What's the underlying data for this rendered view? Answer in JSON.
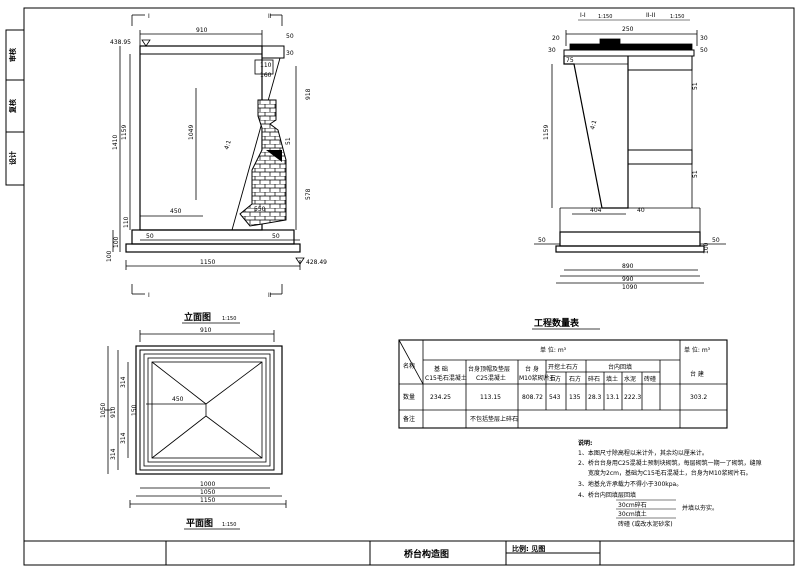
{
  "side_tabs": [
    "审核",
    "复核",
    "设计"
  ],
  "elevation": {
    "section_left_top": "I",
    "section_right_top": "II",
    "section_left_bottom": "I",
    "section_right_bottom": "II",
    "top_elev": "438.95",
    "bottom_elev": "428.49",
    "dim_top_width": "910",
    "dim_top_right_a": "50",
    "dim_top_right_b": "30",
    "dim_shelf_a": "110",
    "dim_shelf_b": "160",
    "dim_left_height": "1159",
    "dim_total_height": "1410",
    "dim_inner_height": "1049",
    "dim_right_height": "918",
    "dim_right_small": "51",
    "dim_right_low": "578",
    "dim_slope": "4:1",
    "dim_footing_w": "450",
    "dim_footing_r": "550",
    "dim_left_small": "110",
    "dim_base_a": "50",
    "dim_base_b": "50",
    "dim_base_h1": "100",
    "dim_base_h2": "100",
    "dim_total_width": "1150",
    "title": "立面图",
    "scale": "1:150"
  },
  "section": {
    "title_a": "I-I",
    "title_a_scale": "1:150",
    "title_b": "II-II",
    "title_b_scale": "1:150",
    "dim_top": "250",
    "dim_top_l": "20",
    "dim_top_r": "30",
    "dim_left_a": "30",
    "dim_left_b": "75",
    "dim_right": "50",
    "dim_height": "1159",
    "dim_slope": "4:1",
    "dim_right_mid": "51",
    "dim_right_low": "51",
    "dim_base_l": "404",
    "dim_base_r": "40",
    "dim_bot_l": "50",
    "dim_bot_r": "50",
    "dim_bot_h": "100",
    "dim_w1": "890",
    "dim_w2": "990",
    "dim_w3": "1090"
  },
  "plan": {
    "dim_top": "910",
    "dim_mid": "450",
    "dim_left_total": "1050",
    "dim_left_a": "314",
    "dim_left_b": "314",
    "dim_left_c": "910",
    "dim_left_d": "150",
    "dim_left_e": "314",
    "dim_b1": "1000",
    "dim_b2": "1050",
    "dim_b3": "1150",
    "title": "平面图",
    "scale": "1:150"
  },
  "quantity": {
    "title": "工程数量表",
    "unit_label": "单 位: m³",
    "unit_label2": "单 位: m³",
    "row_header": "名称",
    "col_foundation_a": "基 础",
    "col_foundation_b": "C15毛石混凝土",
    "col_cap_a": "台身顶帽及垫层",
    "col_cap_b": "C25混凝土",
    "col_body_a": "台 身",
    "col_body_b": "M10浆砌片石",
    "col_excav": "开挖土石方",
    "col_excav_soil": "土方",
    "col_excav_rock": "石方",
    "col_backfill": "台内回填",
    "col_bf_stone": "碎石",
    "col_bf_soil": "填土",
    "col_bf_cement": "水泥",
    "col_bf_other": "砖碴",
    "col_total": "台 建",
    "row_qty": "数量",
    "row_note": "备注",
    "v_foundation": "234.25",
    "v_cap": "113.15",
    "v_body": "808.72",
    "v_soil": "543",
    "v_rock": "135",
    "v_stone": "28.3",
    "v_fill": "13.1",
    "v_cement": "222.3",
    "v_total": "303.2",
    "note_cap": "不包括垫层上碎石"
  },
  "notes": {
    "title": "说明:",
    "n1": "1、本图尺寸除高程以米计外，其余均以厘米计。",
    "n2": "2、桥台台身用C25混凝土预制块砌筑，每层砌筑一期一了砌筑，缝隙",
    "n2b": "宽度为2cm，基础为C15毛石混凝土，台身为M10浆砌片石。",
    "n3": "3、地基允许承载力不得小于300kpa。",
    "n4": "4、桥台内回填:",
    "n4_l1": "层回填",
    "n4_l2": "30cm碎石",
    "n4_l3": "30cm填土",
    "n4_l4": "砖碴 (或改水泥砂浆)",
    "n4_side": "并填以夯实。"
  },
  "titleblock": {
    "drawing_name": "桥台构造图",
    "scale_label": "比例: 见图"
  }
}
